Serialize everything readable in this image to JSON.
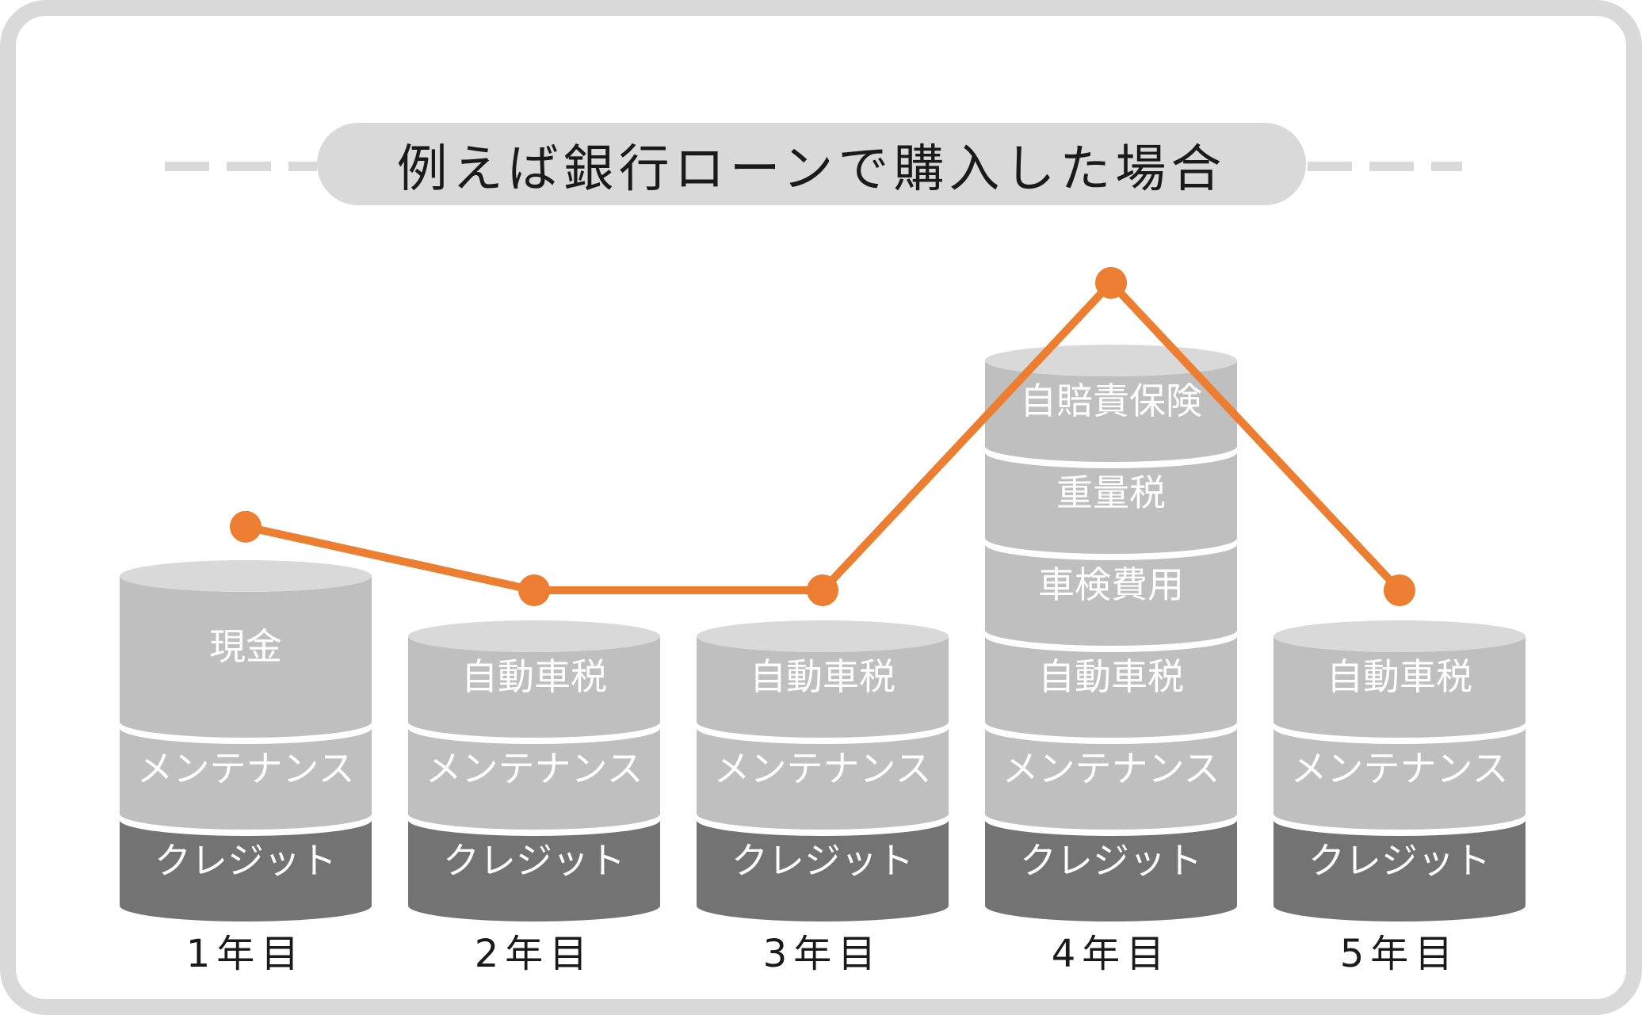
{
  "title": "例えば銀行ローンで購入した場合",
  "colors": {
    "frame": "#d9d9d9",
    "layer_light": "#bfbfbf",
    "layer_dark": "#737373",
    "cap": "#d9d9d9",
    "line": "#ed7d31",
    "label_light": "#ffffff",
    "year_text": "#1a1a1a"
  },
  "chart_data": {
    "type": "stacked-cylinders-with-line",
    "columns": [
      {
        "year": "1年目",
        "layers": [
          "クレジット",
          "メンテナンス",
          "現金"
        ],
        "line_level": 0.54
      },
      {
        "year": "2年目",
        "layers": [
          "クレジット",
          "メンテナンス",
          "自動車税"
        ],
        "line_level": 0.42
      },
      {
        "year": "3年目",
        "layers": [
          "クレジット",
          "メンテナンス",
          "自動車税"
        ],
        "line_level": 0.42
      },
      {
        "year": "4年目",
        "layers": [
          "クレジット",
          "メンテナンス",
          "自動車税",
          "車検費用",
          "重量税",
          "自賠責保険"
        ],
        "line_level": 1.0
      },
      {
        "year": "5年目",
        "layers": [
          "クレジット",
          "メンテナンス",
          "自動車税"
        ],
        "line_level": 0.42
      }
    ]
  }
}
